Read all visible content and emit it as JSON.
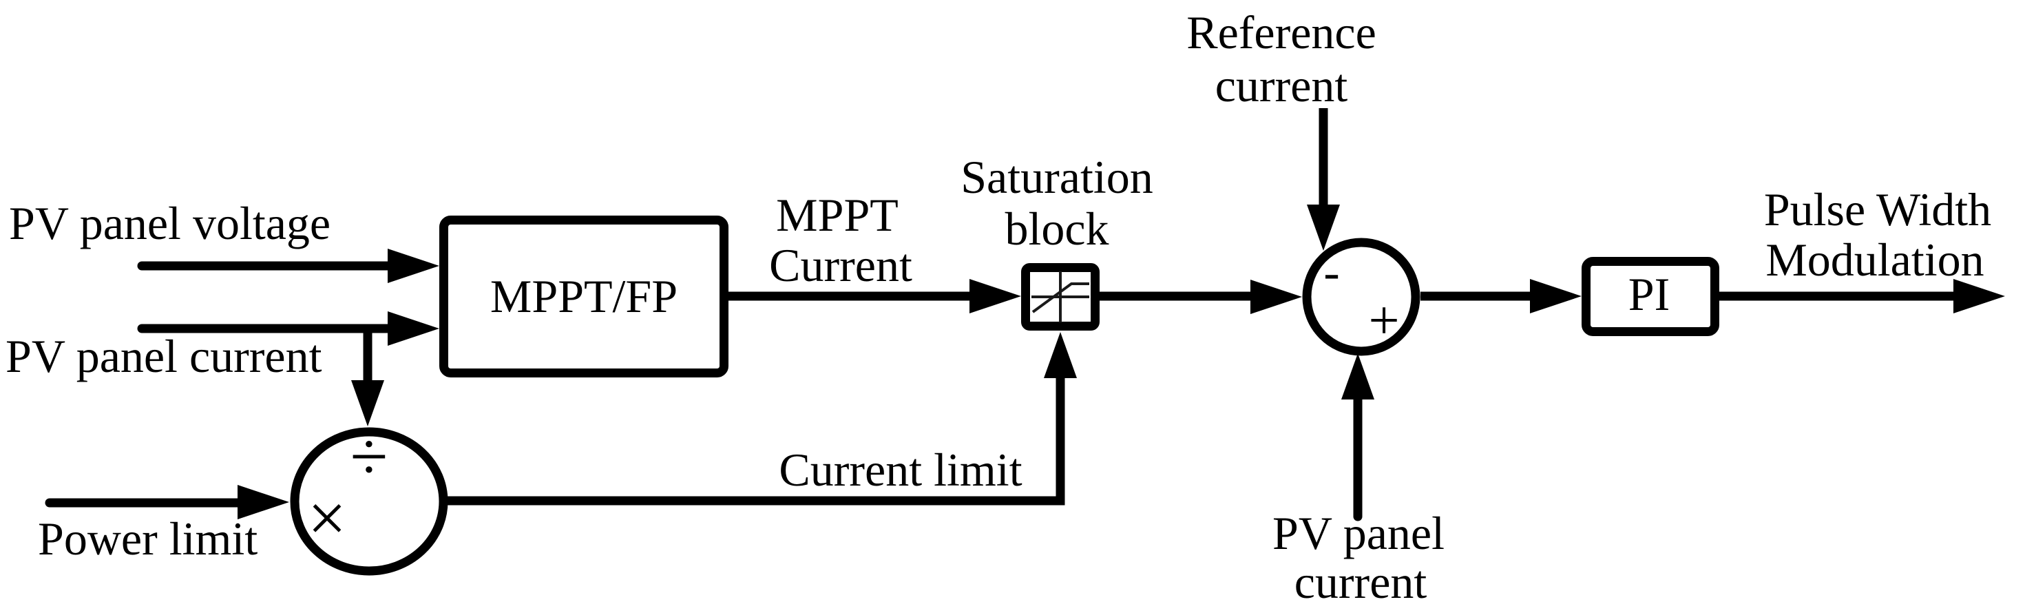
{
  "figure": {
    "background": "#ffffff",
    "ink": "#000000",
    "labels": {
      "pv_panel_voltage": "PV panel voltage",
      "pv_panel_current": "PV panel current",
      "power_limit": "Power limit",
      "current_limit": "Current limit",
      "mppt_current": {
        "line1": "MPPT",
        "line2": "Current"
      },
      "saturation": {
        "line1": "Saturation",
        "line2": "block"
      },
      "reference_current": {
        "line1": "Reference",
        "line2": "current"
      },
      "pv_panel_current_feedback": {
        "line1": "PV panel",
        "line2": "current"
      },
      "pulse_width_modulation": {
        "line1": "Pulse Width",
        "line2": "Modulation"
      }
    },
    "blocks": {
      "mppt_fp": "MPPT/FP",
      "pi": "PI"
    },
    "operators": {
      "divide": "÷",
      "multiply": "×",
      "minus": "-",
      "plus": "+"
    },
    "icons": {
      "saturation_curve": "saturation-transfer-curve-icon"
    }
  }
}
